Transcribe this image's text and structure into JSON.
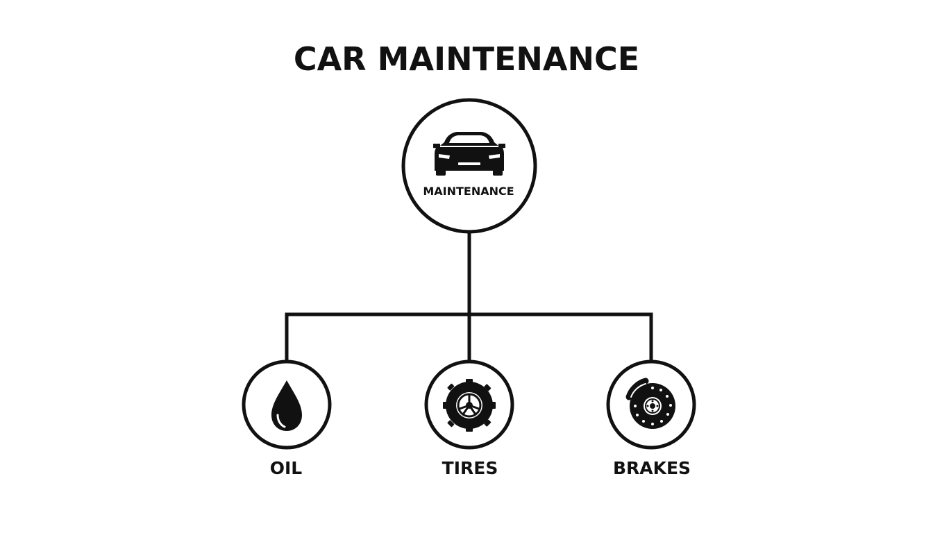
{
  "title": "CAR MAINTENANCE",
  "root": {
    "label": "MAINTENANCE",
    "icon": "car-icon"
  },
  "children": [
    {
      "label": "OIL",
      "icon": "oil-drop-icon"
    },
    {
      "label": "TIRES",
      "icon": "tire-icon"
    },
    {
      "label": "BRAKES",
      "icon": "brake-disc-icon"
    }
  ],
  "colors": {
    "stroke": "#111111",
    "background": "#ffffff"
  }
}
